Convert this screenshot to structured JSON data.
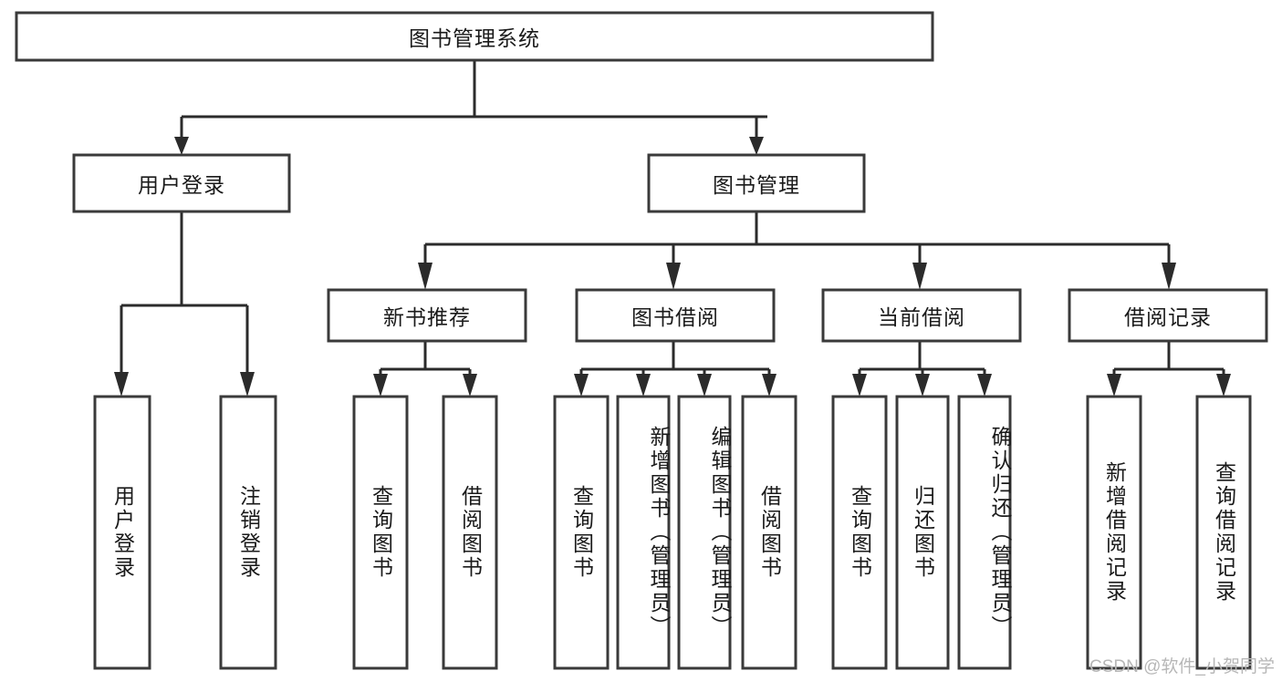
{
  "diagram": {
    "type": "tree",
    "title": "图书管理系统",
    "watermark": "CSDN @软件_小贺同学",
    "colors": {
      "box_stroke": "#3a3a3a",
      "connector": "#2b2b2b",
      "text": "#1a1a1a",
      "background": "#ffffff",
      "watermark": "#b7b7b7"
    },
    "root": {
      "label": "图书管理系统"
    },
    "level2": [
      {
        "label": "用户登录"
      },
      {
        "label": "图书管理"
      }
    ],
    "level3": [
      {
        "label": "新书推荐"
      },
      {
        "label": "图书借阅"
      },
      {
        "label": "当前借阅"
      },
      {
        "label": "借阅记录"
      }
    ],
    "leaves": {
      "user_login": [
        {
          "label": "用户登录"
        },
        {
          "label": "注销登录"
        }
      ],
      "new_book_recommend": [
        {
          "label": "查询图书"
        },
        {
          "label": "借阅图书"
        }
      ],
      "book_borrow": [
        {
          "label": "查询图书"
        },
        {
          "label": "新增图书（管理员）"
        },
        {
          "label": "编辑图书（管理员）"
        },
        {
          "label": "借阅图书"
        }
      ],
      "current_borrow": [
        {
          "label": "查询图书"
        },
        {
          "label": "归还图书"
        },
        {
          "label": "确认归还（管理员）"
        }
      ],
      "borrow_record": [
        {
          "label": "新增借阅记录"
        },
        {
          "label": "查询借阅记录"
        }
      ]
    }
  }
}
